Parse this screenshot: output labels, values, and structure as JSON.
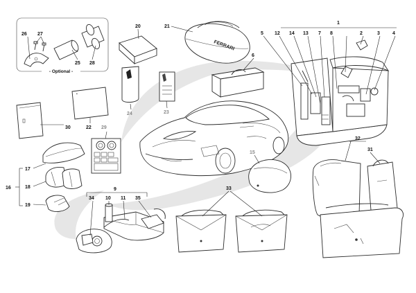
{
  "callouts": {
    "c1": "1",
    "c2": "2",
    "c3": "3",
    "c4": "4",
    "c5": "5",
    "c6": "6",
    "c7": "7",
    "c8": "8",
    "c9": "9",
    "c10": "10",
    "c11": "11",
    "c12": "12",
    "c13": "13",
    "c14": "14",
    "c15": "15",
    "c16": "16",
    "c17": "17",
    "c18": "18",
    "c19": "19",
    "c20": "20",
    "c21": "21",
    "c22": "22",
    "c23": "23",
    "c24": "24",
    "c25": "25",
    "c26": "26",
    "c27": "27",
    "c28": "28",
    "c29": "29",
    "c30": "30",
    "c31": "31",
    "c32": "32",
    "c33": "33",
    "c34": "34",
    "c35": "35"
  },
  "optional_label": "- Optional -",
  "bag_brand": "FERRARI",
  "colors": {
    "watermark": "#e6e6e6",
    "line": "#2a2a2a",
    "grey_callout": "#8a8a8a"
  }
}
